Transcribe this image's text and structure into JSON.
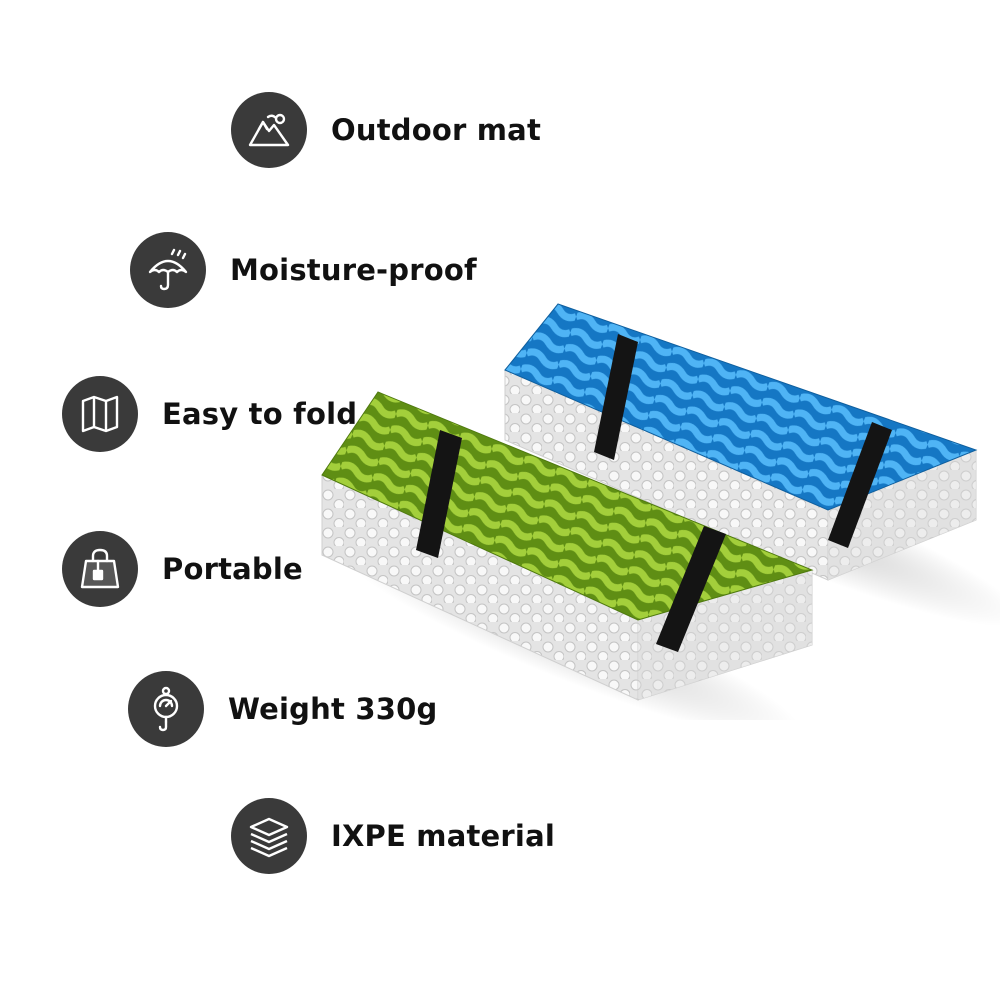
{
  "features": [
    {
      "label": "Outdoor mat",
      "icon": "mountain-icon"
    },
    {
      "label": "Moisture-proof",
      "icon": "umbrella-rain-icon"
    },
    {
      "label": "Easy to fold",
      "icon": "folded-map-icon"
    },
    {
      "label": "Portable",
      "icon": "shopping-bag-icon"
    },
    {
      "label": "Weight 330g",
      "icon": "hanging-scale-icon"
    },
    {
      "label": "IXPE material",
      "icon": "layers-icon"
    }
  ],
  "colors": {
    "badge": "#3a3a3a",
    "label": "#111111",
    "mat_blue": "#1e8fe0",
    "mat_green": "#86b82a",
    "foam_base": "#e6e6e6",
    "strap": "#141414"
  }
}
